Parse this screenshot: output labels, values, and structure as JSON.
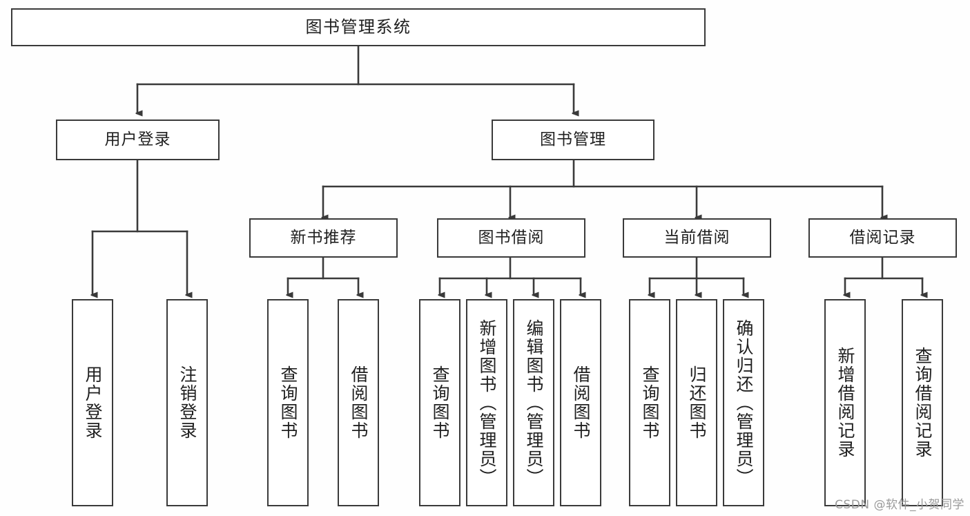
{
  "diagram": {
    "title": "图书管理系统",
    "type": "tree-hierarchy",
    "colors": {
      "stroke": "#3a3a3a",
      "box_fill": "#ffffff",
      "text": "#1f1f1f",
      "background": "#fefefe",
      "watermark": "#9a9a9a"
    },
    "root": {
      "label": "图书管理系统"
    },
    "level2": [
      {
        "label": "用户登录"
      },
      {
        "label": "图书管理"
      }
    ],
    "level3": [
      {
        "label": "新书推荐"
      },
      {
        "label": "图书借阅"
      },
      {
        "label": "当前借阅"
      },
      {
        "label": "借阅记录"
      }
    ],
    "leaves": {
      "user_login": [
        {
          "label": "用户登录"
        },
        {
          "label": "注销登录"
        }
      ],
      "new_book_recommend": [
        {
          "label": "查询图书"
        },
        {
          "label": "借阅图书"
        }
      ],
      "book_borrow": [
        {
          "label": "查询图书"
        },
        {
          "label": "新增图书（管理员）"
        },
        {
          "label": "编辑图书（管理员）"
        },
        {
          "label": "借阅图书"
        }
      ],
      "current_borrow": [
        {
          "label": "查询图书"
        },
        {
          "label": "归还图书"
        },
        {
          "label": "确认归还（管理员）"
        }
      ],
      "borrow_record": [
        {
          "label": "新增借阅记录"
        },
        {
          "label": "查询借阅记录"
        }
      ]
    }
  },
  "watermark": {
    "text": "CSDN @软件_小贺同学"
  }
}
